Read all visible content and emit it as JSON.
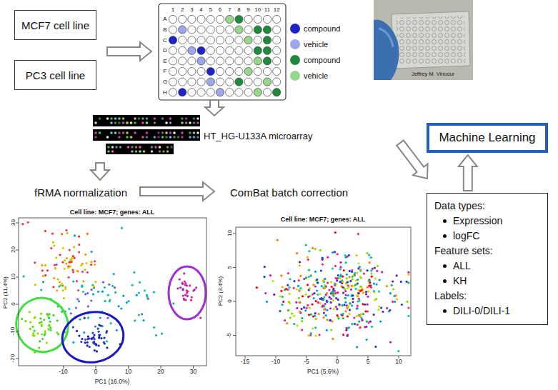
{
  "diagram": {
    "nodes": [
      {
        "text": [
          "MCF7 cell line"
        ]
      },
      {
        "text": [
          "PC3 cell line"
        ]
      },
      {
        "text": [
          "Machine Learning"
        ]
      },
      {
        "text": [
          "Data types:",
          "Expression",
          "logFC",
          "Feature sets:",
          "ALL",
          "KH",
          "Labels:",
          "DILI-0/DILI-1"
        ]
      }
    ],
    "edges": [
      {
        "from": 3,
        "to": 2,
        "arrow": "to"
      }
    ],
    "labels": [
      "A",
      "B",
      "C",
      "D",
      "E",
      "F",
      "G",
      "H",
      "1",
      "2",
      "3",
      "4",
      "5",
      "6",
      "7",
      "8",
      "9",
      "10",
      "11",
      "12",
      "Jeffrey M. Vinocur",
      "HT_HG-U133A microarray",
      "fRMA normalization",
      "ComBat batch correction",
      "Cell line: MCF7; genes: ALL",
      "PC2 (11.4%)",
      "PC1 (16.0%)",
      "-10",
      "0",
      "10",
      "20",
      "30",
      "30",
      "20",
      "10",
      "0",
      "-10",
      "-20",
      "Cell line: MCF7; genes: ALL",
      "PC2 (3.4%)",
      "PC1 (5.6%)",
      "-15",
      "-10",
      "-5",
      "0",
      "5",
      "10",
      "10",
      "5",
      "0",
      "-5"
    ],
    "legend": [
      {
        "text": "compound",
        "color": "#1e22c8"
      },
      {
        "text": "vehicle",
        "color": "#9ea6ec"
      },
      {
        "text": "compound",
        "color": "#1f8a3c"
      },
      {
        "text": "vehicle",
        "color": "#98d68c"
      }
    ]
  }
}
